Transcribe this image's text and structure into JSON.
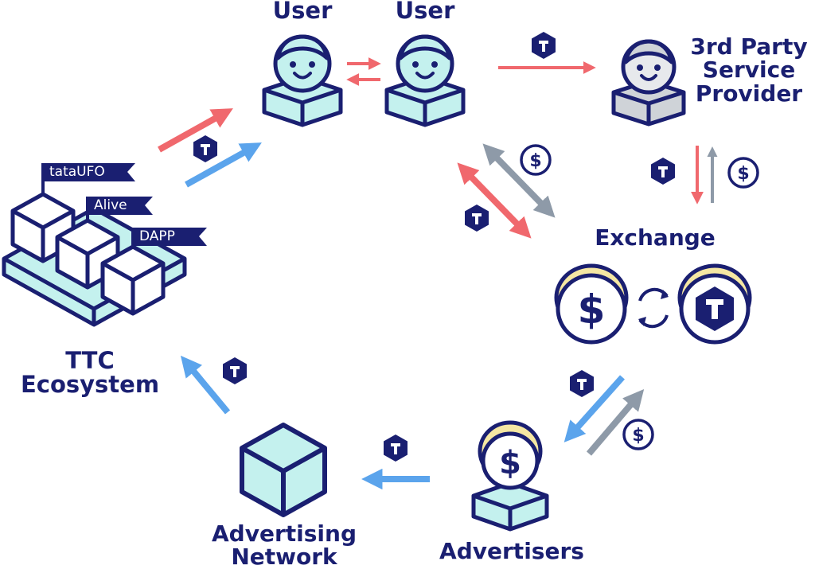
{
  "nodes": {
    "user1": "User",
    "user2": "User",
    "third_party": "3rd Party\nService\nProvider",
    "exchange": "Exchange",
    "advertisers": "Advertisers",
    "ad_network": "Advertising\nNetwork",
    "ecosystem": "TTC\nEcosystem"
  },
  "apps": [
    "tataUFO",
    "Alive",
    "DAPP"
  ],
  "symbols": {
    "dollar": "$",
    "token": "T"
  },
  "colors": {
    "navy": "#1a1f71",
    "mint": "#c4f1ee",
    "red_arrow": "#f0686d",
    "blue_arrow": "#5ba4ec",
    "gray_arrow": "#8e9aa8",
    "coin_gold": "#f5e7a3"
  },
  "icons": [
    "user-icon",
    "token-icon",
    "dollar-icon",
    "cube-icon",
    "exchange-cycle-icon"
  ]
}
